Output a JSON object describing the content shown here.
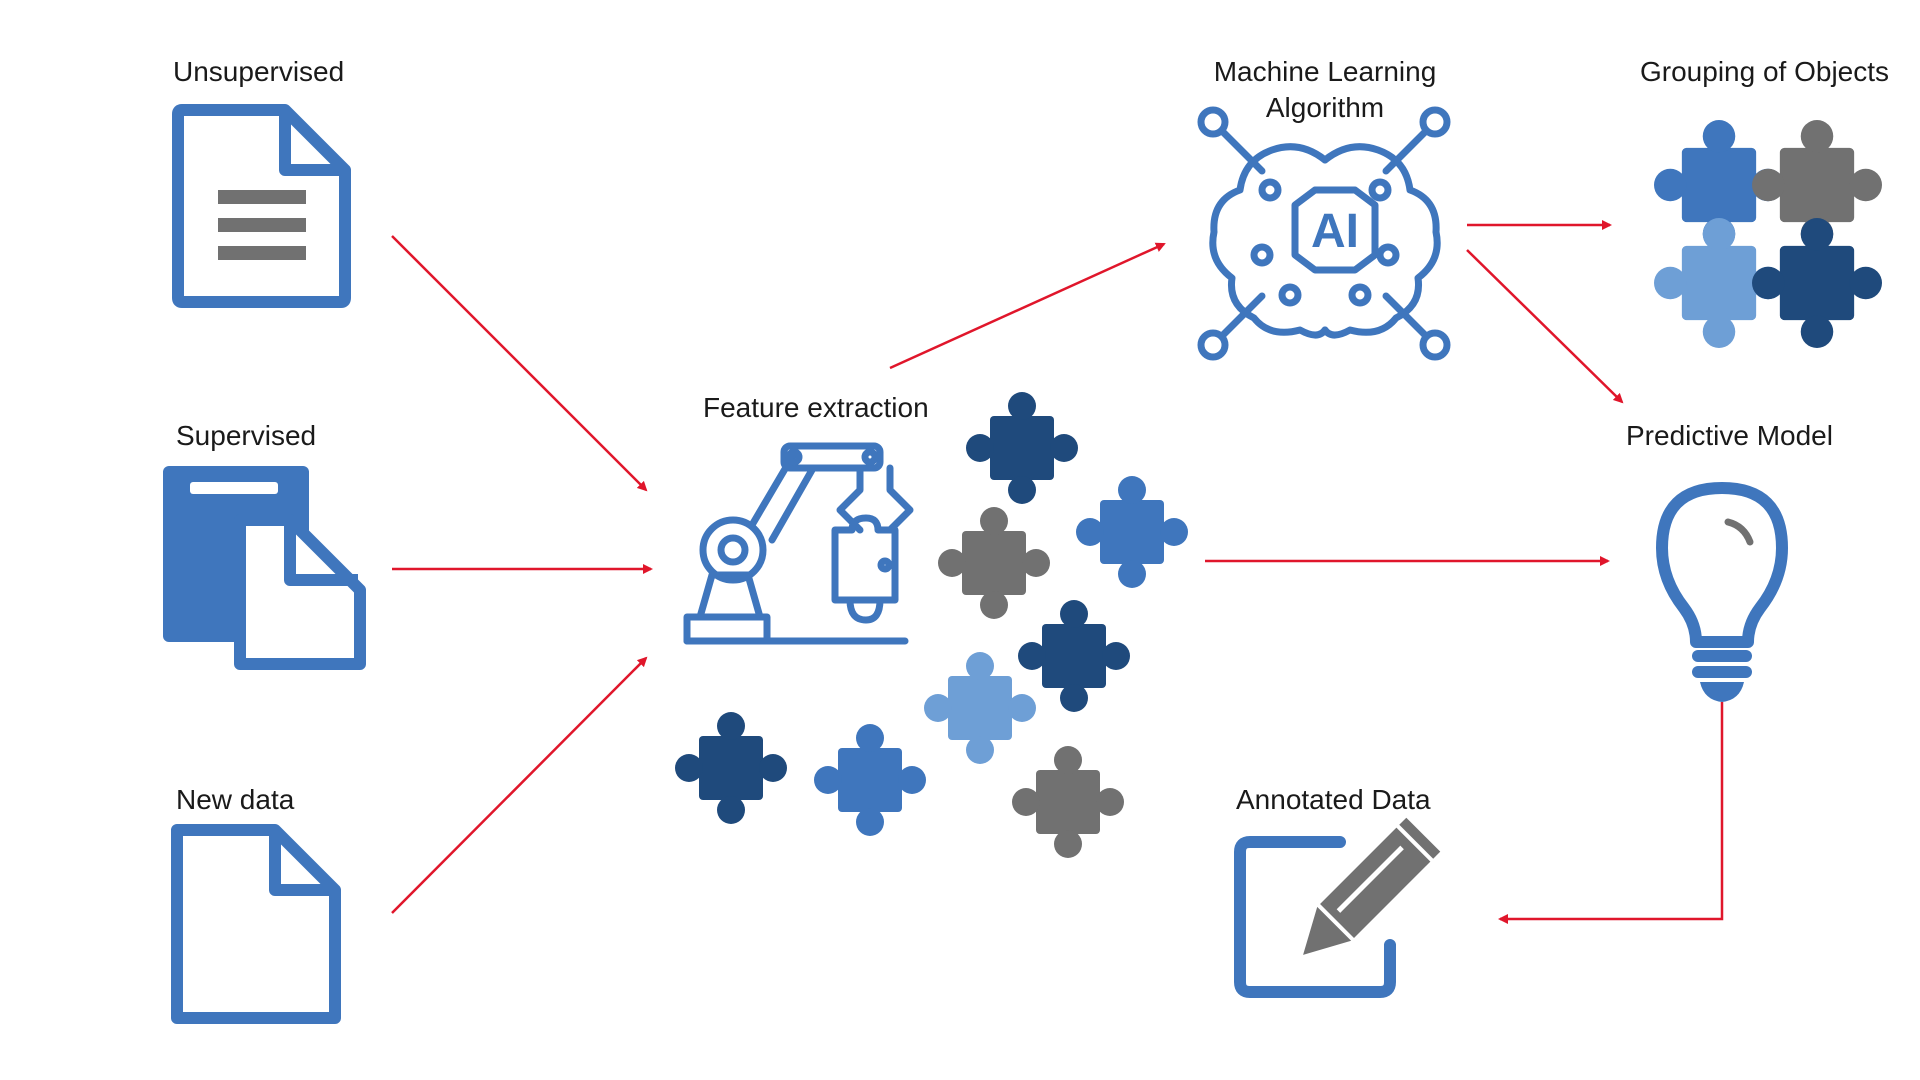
{
  "labels": {
    "unsupervised": "Unsupervised",
    "supervised": "Supervised",
    "new_data": "New data",
    "feature_extraction": "Feature extraction",
    "ml_algorithm_line1": "Machine Learning",
    "ml_algorithm_line2": "Algorithm",
    "grouping": "Grouping of Objects",
    "predictive_model": "Predictive Model",
    "annotated_data": "Annotated Data",
    "ai_text": "AI"
  },
  "colors": {
    "primary_blue": "#3f76bd",
    "dark_blue": "#1f4a7c",
    "light_blue": "#6e9fd6",
    "gray": "#717171",
    "arrow_red": "#e0162b"
  }
}
